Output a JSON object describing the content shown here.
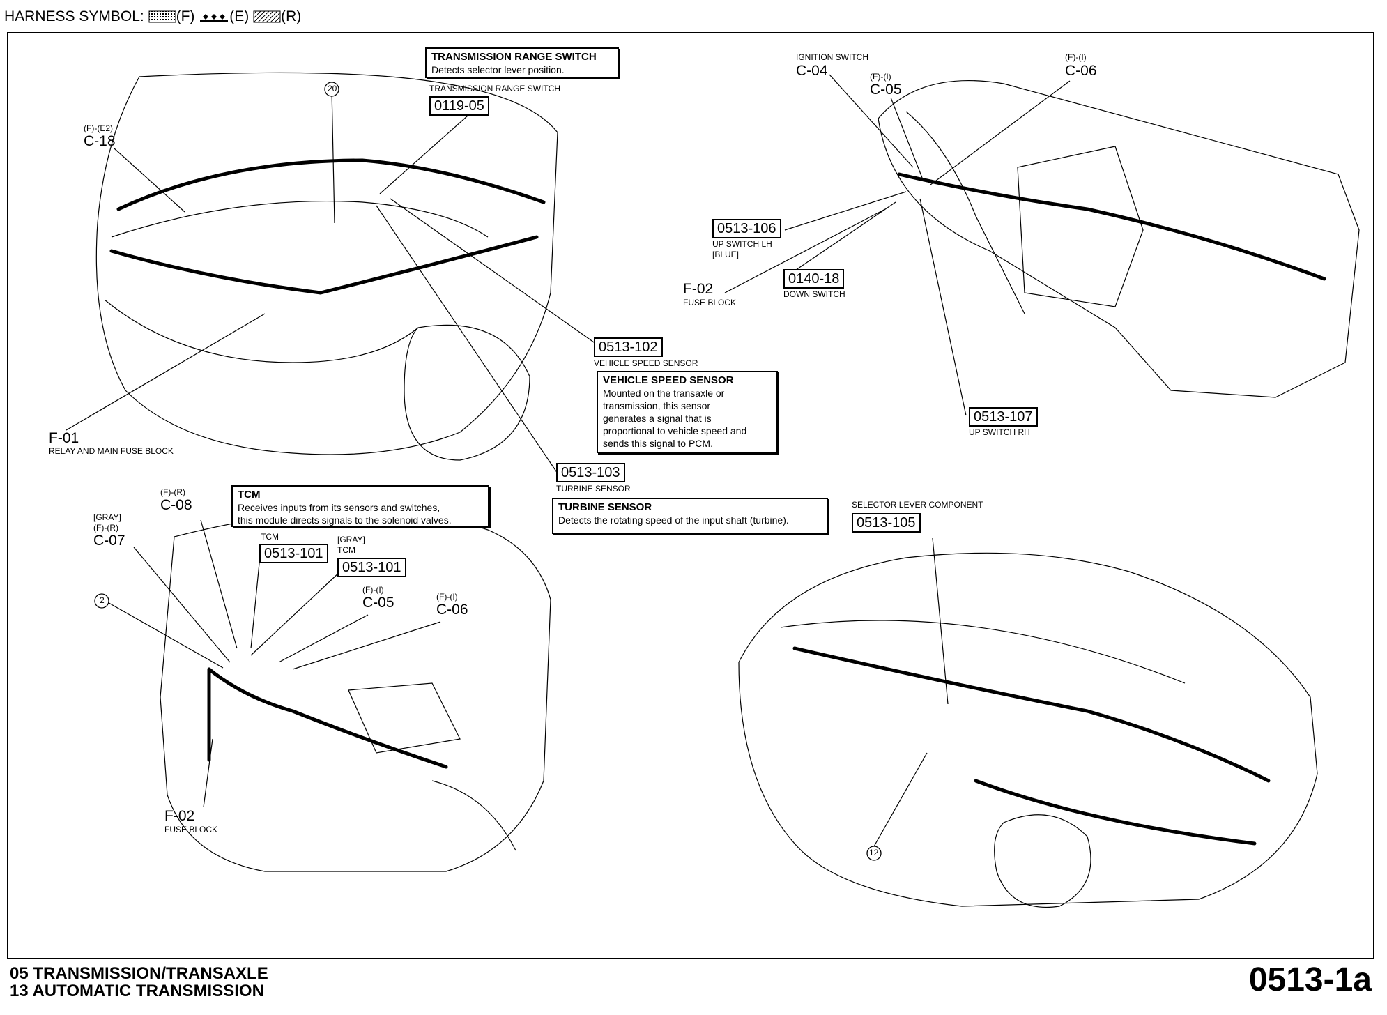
{
  "legend": {
    "prefix": "HARNESS SYMBOL:",
    "f": "(F)",
    "e": "(E)",
    "r": "(R)"
  },
  "callouts": {
    "c18": {
      "sub": "(F)-(E2)",
      "code": "C-18"
    },
    "n20": "20",
    "trs_title": "TRANSMISSION RANGE SWITCH",
    "trs_code": "0119-05",
    "f01": {
      "code": "F-01",
      "desc": "RELAY AND MAIN FUSE BLOCK"
    },
    "vss": {
      "code": "0513-102",
      "desc": "VEHICLE SPEED SENSOR"
    },
    "turb": {
      "code": "0513-103",
      "desc": "TURBINE SENSOR"
    },
    "c04": {
      "sub": "IGNITION SWITCH",
      "code": "C-04"
    },
    "c05a": {
      "sub": "(F)-(I)",
      "code": "C-05"
    },
    "c06a": {
      "sub": "(F)-(I)",
      "code": "C-06"
    },
    "up_lh": {
      "code": "0513-106",
      "desc1": "UP SWITCH LH",
      "desc2": "[BLUE]"
    },
    "down": {
      "code": "0140-18",
      "desc": "DOWN SWITCH"
    },
    "f02a": {
      "code": "F-02",
      "desc": "FUSE BLOCK"
    },
    "up_rh": {
      "code": "0513-107",
      "desc": "UP SWITCH RH"
    },
    "c08": {
      "sub": "(F)-(R)",
      "code": "C-08"
    },
    "c07": {
      "sub1": "[GRAY]",
      "sub2": "(F)-(R)",
      "code": "C-07"
    },
    "n2": "2",
    "tcm1": {
      "sub": "TCM",
      "code": "0513-101"
    },
    "tcm2": {
      "sub1": "[GRAY]",
      "sub2": "TCM",
      "code": "0513-101"
    },
    "c05b": {
      "sub": "(F)-(I)",
      "code": "C-05"
    },
    "c06b": {
      "sub": "(F)-(I)",
      "code": "C-06"
    },
    "f02b": {
      "code": "F-02",
      "desc": "FUSE BLOCK"
    },
    "sel": {
      "sub": "SELECTOR LEVER COMPONENT",
      "code": "0513-105"
    },
    "n12": "12"
  },
  "boxes": {
    "trs": {
      "title": "TRANSMISSION RANGE SWITCH",
      "text": "Detects selector lever position."
    },
    "vss": {
      "title": "VEHICLE SPEED SENSOR",
      "lines": [
        "Mounted on the transaxle or",
        "transmission, this sensor",
        "generates a signal that is",
        "proportional to vehicle speed and",
        "sends this signal to PCM."
      ]
    },
    "tcm": {
      "title": "TCM",
      "lines": [
        "Receives inputs from its sensors and switches,",
        "this module directs signals to the solenoid valves."
      ]
    },
    "turb": {
      "title": "TURBINE SENSOR",
      "text": "Detects the rotating speed of the input shaft (turbine)."
    }
  },
  "footer": {
    "line1": "05  TRANSMISSION/TRANSAXLE",
    "line2": "13  AUTOMATIC TRANSMISSION",
    "page": "0513-1a"
  }
}
